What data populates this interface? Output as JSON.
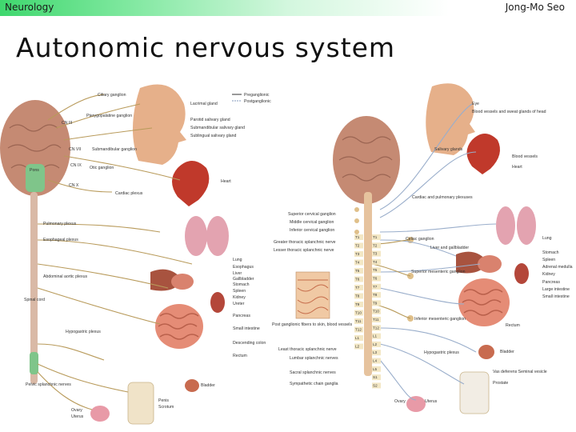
{
  "header": {
    "course": "Neurology",
    "author": "Jong-Mo Seo"
  },
  "title": "Autonomic nervous system",
  "colors": {
    "header_green": "#3fd76e",
    "nerve": "#b89a5a",
    "nerve_post": "#9aaecb",
    "organ_red": "#c0392b",
    "skin": "#e6b08a",
    "brain": "#c58a73"
  },
  "legend": {
    "preganglionic": "Preganglionic",
    "postganglionic": "Postganglionic"
  },
  "left_labels": [
    "Ciliary ganglion",
    "Lacrimal gland",
    "Pterygopalatine ganglion",
    "Parotid salivary gland",
    "CN III",
    "Submandibular salivary gland",
    "Sublingual salivary gland",
    "CN VII",
    "Submandibular ganglion",
    "CN IX",
    "Otic ganglion",
    "Pons",
    "Heart",
    "CN X",
    "Cardiac plexus",
    "Pulmonary plexus",
    "Esophageal plexus",
    "Lung",
    "Esophagus",
    "Liver",
    "Gallbladder",
    "Abdominal aortic plexus",
    "Stomach",
    "Spleen",
    "Kidney",
    "Ureter",
    "Spinal cord",
    "Pancreas",
    "Small intestine",
    "Hypogastric plexus",
    "Descending colon",
    "Rectum",
    "Pelvic splanchnic nerves",
    "Bladder",
    "Ovary",
    "Uterus",
    "Penis",
    "Scrotum"
  ],
  "right_labels": [
    "Eye",
    "Blood vessels and sweat glands of head",
    "Salivary glands",
    "Blood vessels",
    "Heart",
    "Cardiac and pulmonary plexuses",
    "Superior cervical ganglion",
    "Middle cervical ganglion",
    "Inferior cervical ganglion",
    "Celiac ganglion",
    "Lung",
    "Greater thoracic splanchnic nerve",
    "Lesser thoracic splanchnic nerve",
    "Liver and gallbladder",
    "Stomach",
    "Spleen",
    "Adrenal medulla",
    "Kidney",
    "Superior mesenteric ganglion",
    "Pancreas",
    "Large intestine",
    "Small intestine",
    "Post ganglionic fibers to skin, blood vessels",
    "Inferior mesenteric ganglion",
    "Rectum",
    "Least thoracic splanchnic nerve",
    "Lumbar splanchnic nerves",
    "Hypogastric plexus",
    "Sacral splanchnic nerves",
    "Bladder",
    "Sympathetic chain ganglia",
    "Vas deferens Seminal vesicle",
    "Prostate",
    "Ovary",
    "Uterus"
  ],
  "segments_left": [
    "T1",
    "T2",
    "T3",
    "T4",
    "T5",
    "T6",
    "T7",
    "T8",
    "T9",
    "T10",
    "T11",
    "T12",
    "L1",
    "L2"
  ],
  "segments_right": [
    "T1",
    "T2",
    "T3",
    "T4",
    "T5",
    "T6",
    "T7",
    "T8",
    "T9",
    "T10",
    "T11",
    "T12",
    "L1",
    "L2",
    "L3",
    "L4",
    "L5",
    "S1",
    "S2"
  ]
}
